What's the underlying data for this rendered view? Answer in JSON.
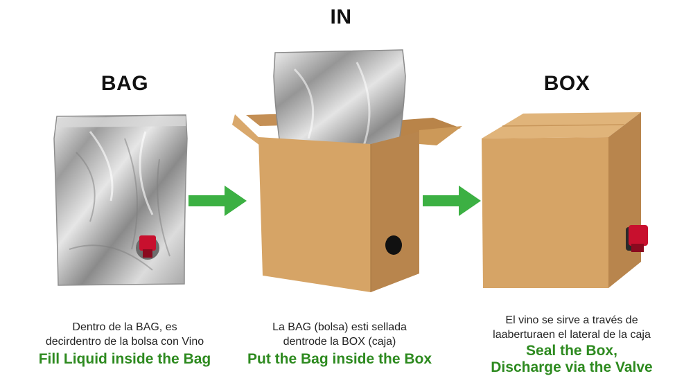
{
  "steps": [
    {
      "title": "BAG",
      "desc_lines": [
        "Dentro de la BAG, es",
        "decirdentro de la bolsa con Vino"
      ],
      "action_lines": [
        "Fill Liquid inside the Bag"
      ]
    },
    {
      "title": "IN",
      "desc_lines": [
        "La BAG (bolsa) esti sellada",
        "dentrode la BOX (caja)"
      ],
      "action_lines": [
        "Put the Bag inside the Box"
      ]
    },
    {
      "title": "BOX",
      "desc_lines": [
        "El vino se sirve a través de",
        "laaberturaen el lateral de la caja"
      ],
      "action_lines": [
        "Seal the Box,",
        "Discharge via the Valve"
      ]
    }
  ],
  "colors": {
    "arrow": "#3cb043",
    "action_text": "#2d8a1f",
    "cardboard": "#d4a165",
    "foil": "#c9c9c9",
    "valve": "#c8102e"
  },
  "icons": [
    "foil-bag-icon",
    "open-box-icon",
    "closed-box-icon",
    "right-arrow-icon",
    "valve-icon"
  ]
}
